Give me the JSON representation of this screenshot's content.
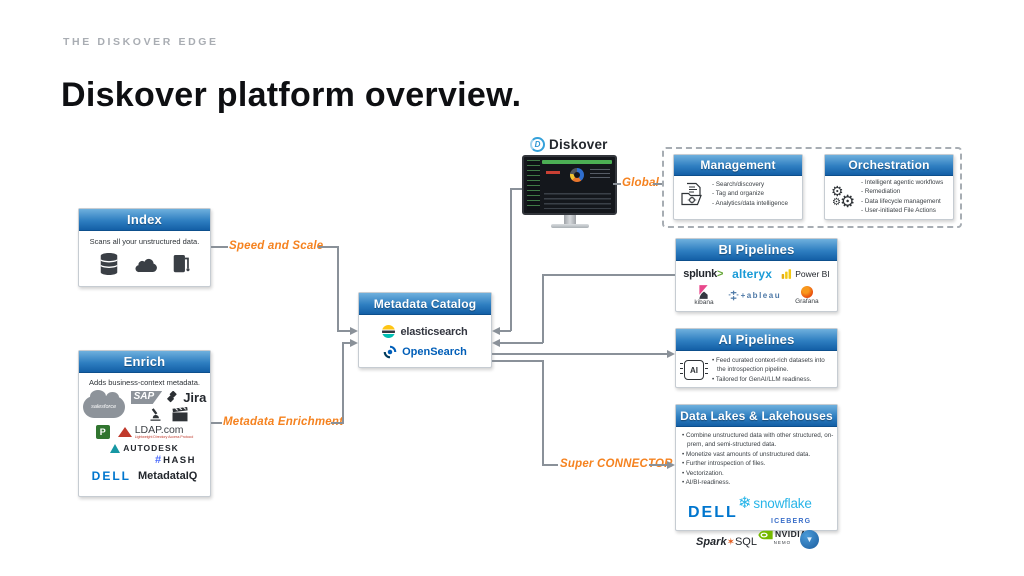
{
  "page": {
    "eyebrow": "THE DISKOVER EDGE",
    "title": "Diskover platform overview."
  },
  "connectors": {
    "speed_and_scale": "Speed and Scale",
    "metadata_enrichment": "Metadata Enrichment",
    "global": "Global",
    "super_connector": "Super CONNECTOR"
  },
  "diskover": {
    "name": "Diskover",
    "icon_letter": "D"
  },
  "index_box": {
    "title": "Index",
    "subtitle": "Scans all your unstructured data."
  },
  "enrich_box": {
    "title": "Enrich",
    "subtitle": "Adds business-context metadata.",
    "logos": {
      "salesforce": "salesforce",
      "sap": "SAP",
      "jira": "Jira",
      "project": "P",
      "ldap": "LDAP.com",
      "ldap_sub": "Lightweight Directory Access Protocol",
      "autodesk": "AUTODESK",
      "hash_mark": "#",
      "hash": "HASH",
      "dell": "DELL",
      "metadataiq": "MetadataIQ"
    }
  },
  "catalog_box": {
    "title": "Metadata Catalog",
    "elasticsearch": "elasticsearch",
    "opensearch": "OpenSearch"
  },
  "management_box": {
    "title": "Management",
    "bullets": [
      "- Search/discovery",
      "- Tag and organize",
      "- Analytics/data intelligence"
    ]
  },
  "orchestration_box": {
    "title": "Orchestration",
    "bullets": [
      "- Intelligent agentic workflows",
      "- Remediation",
      "- Data lifecycle management",
      "- User-initiated File Actions"
    ]
  },
  "bi_box": {
    "title": "BI Pipelines",
    "logos": {
      "splunk": "splunk",
      "splunk_caret": ">",
      "alteryx": "alteryx",
      "powerbi": "Power BI",
      "kibana": "kibana",
      "tableau": "+ableau",
      "grafana": "Grafana"
    }
  },
  "ai_box": {
    "title": "AI Pipelines",
    "icon_text": "AI",
    "bullets": [
      "• Feed curated context-rich datasets into the introspection pipeline.",
      "• Tailored for GenAI/LLM readiness."
    ]
  },
  "lakes_box": {
    "title": "Data Lakes & Lakehouses",
    "bullets": [
      "• Combine unstructured data with other structured, on-prem, and semi-structured data.",
      "• Monetize vast amounts of unstructured data.",
      "• Further introspection of files.",
      "• Vectorization.",
      "• AI/BI-readiness."
    ],
    "logos": {
      "dell": "DELL",
      "snowflake": "snowflake",
      "iceberg": "ICEBERG",
      "spark": "Spark",
      "spark_sql": "SQL",
      "nvidia": "NVIDIA",
      "nemo": "NEMO"
    }
  },
  "colors": {
    "header_blue_top": "#6fb0dd",
    "header_blue_bottom": "#135fa6",
    "accent_orange": "#f5821f",
    "line_gray": "#8a9199",
    "dell_blue": "#0076ce",
    "snowflake_blue": "#29b5e8",
    "nvidia_green": "#76b900",
    "opensearch_blue": "#005eb8",
    "elastic_teal": "#00bfb3"
  }
}
